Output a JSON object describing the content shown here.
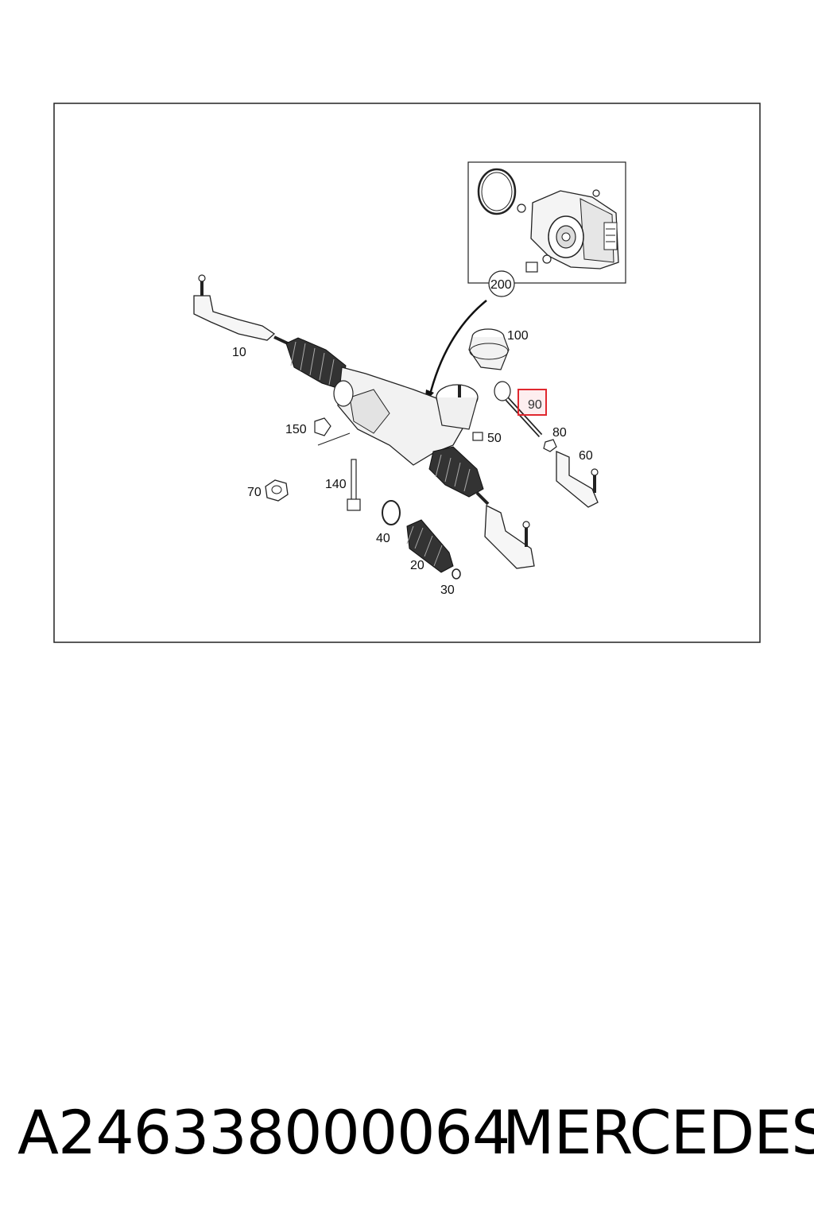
{
  "diagram": {
    "callouts": {
      "c10": "10",
      "c20": "20",
      "c30": "30",
      "c40": "40",
      "c50": "50",
      "c60": "60",
      "c70": "70",
      "c80": "80",
      "c90": "90",
      "c100": "100",
      "c140": "140",
      "c150": "150",
      "c200": "200"
    },
    "highlight_color": "#e0282f"
  },
  "footer": {
    "part_number": "A246338000064",
    "brand": "MERCEDES"
  }
}
